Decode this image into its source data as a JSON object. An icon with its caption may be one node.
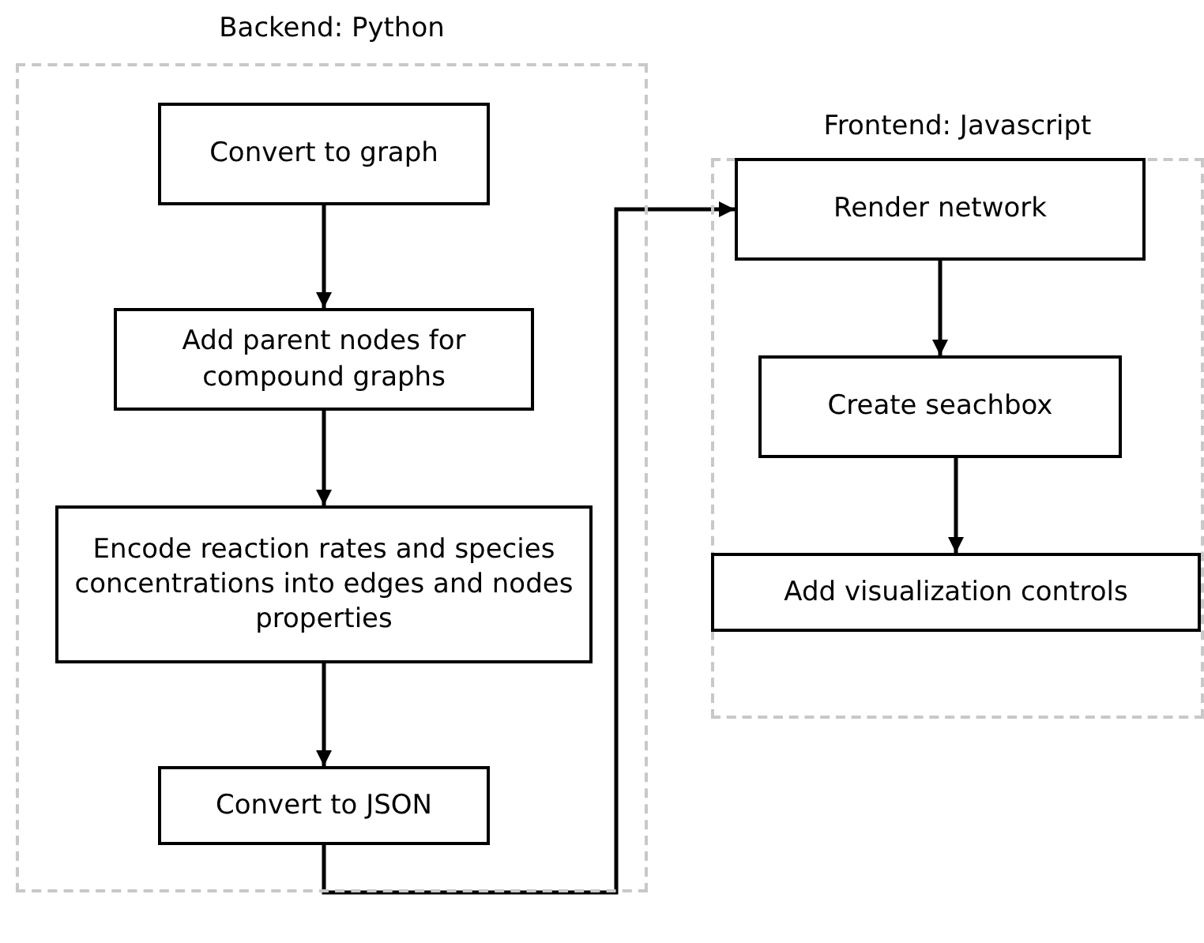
{
  "diagram": {
    "nodes": [
      {
        "text": [
          "Backend: Python"
        ]
      },
      {
        "text": [
          "Convert to graph"
        ],
        "in": 0
      },
      {
        "text": [
          "Add parent nodes for compound graphs"
        ],
        "in": 0
      },
      {
        "text": [
          "Encode reaction rates and species concentrations into edges and nodes properties"
        ],
        "in": 0
      },
      {
        "text": [
          "Convert to JSON"
        ],
        "in": 0
      },
      {
        "text": [
          "Frontend: Javascript"
        ]
      },
      {
        "text": [
          "Render network"
        ],
        "in": 5
      },
      {
        "text": [
          "Create seachbox"
        ],
        "in": 5
      },
      {
        "text": [
          "Add visualization controls"
        ],
        "in": 5
      }
    ],
    "edges": [
      {
        "from": 1,
        "to": 2,
        "arrow": "to"
      },
      {
        "from": 2,
        "to": 3,
        "arrow": "to"
      },
      {
        "from": 3,
        "to": 4,
        "arrow": "to"
      },
      {
        "from": 4,
        "to": 6,
        "arrow": "to"
      },
      {
        "from": 6,
        "to": 7,
        "arrow": "to"
      },
      {
        "from": 7,
        "to": 8,
        "arrow": "to"
      }
    ]
  }
}
